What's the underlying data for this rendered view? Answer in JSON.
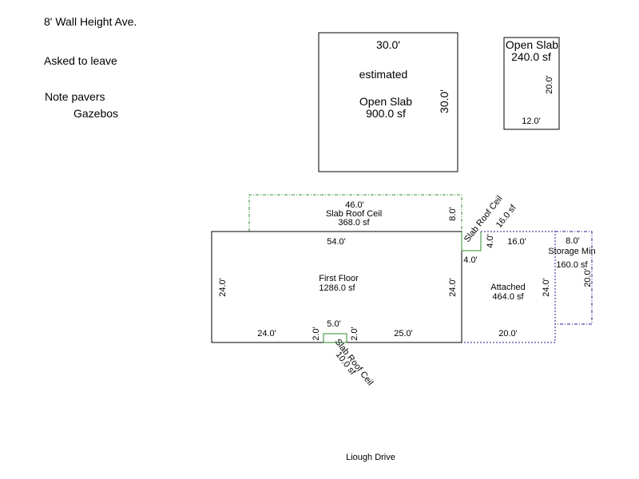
{
  "notes": {
    "wall_height": "8' Wall Height Ave.",
    "asked_to_leave": "Asked to leave",
    "note_pavers": "Note pavers",
    "gazebos": "Gazebos"
  },
  "open_slab_large": {
    "top_dim": "30.0'",
    "estimated": "estimated",
    "name": "Open Slab",
    "area": "900.0 sf",
    "side_dim": "30.0'"
  },
  "open_slab_small": {
    "name": "Open Slab",
    "area": "240.0 sf",
    "side_dim": "20.0'",
    "bottom_dim": "12.0'"
  },
  "slab_roof_ceil_top": {
    "top_dim": "46.0'",
    "name": "Slab Roof Ceil",
    "area": "368.0 sf",
    "side_dim": "8.0'"
  },
  "first_floor": {
    "top_dim": "54.0'",
    "name": "First Floor",
    "area": "1286.0 sf",
    "left_dim": "24.0'",
    "right_dim": "24.0'",
    "bottom_left_dim": "24.0'",
    "bottom_right_dim": "25.0'",
    "notch_width": "5.0'",
    "notch_left": "2.0'",
    "notch_right": "2.0'"
  },
  "slab_roof_ceil_small": {
    "name": "Slab Roof Ceil",
    "area": "16.0 sf",
    "side_dim": "4.0'",
    "bottom_dim": "4.0'"
  },
  "slab_roof_ceil_bottom": {
    "name": "Slab Roof Ceil",
    "area": "10.0 sf"
  },
  "attached": {
    "top_dim": "16.0'",
    "name": "Attached",
    "area": "464.0 sf",
    "side_dim": "24.0'",
    "bottom_dim": "20.0'"
  },
  "storage": {
    "top_dim": "8.0'",
    "name": "Storage Min",
    "area": "160.0 sf",
    "side_dim": "20.0'"
  },
  "street": "Liough Drive",
  "colors": {
    "outline": "#000000",
    "slab_roof": "#2e8b2e",
    "attached": "#1f1f8f"
  }
}
